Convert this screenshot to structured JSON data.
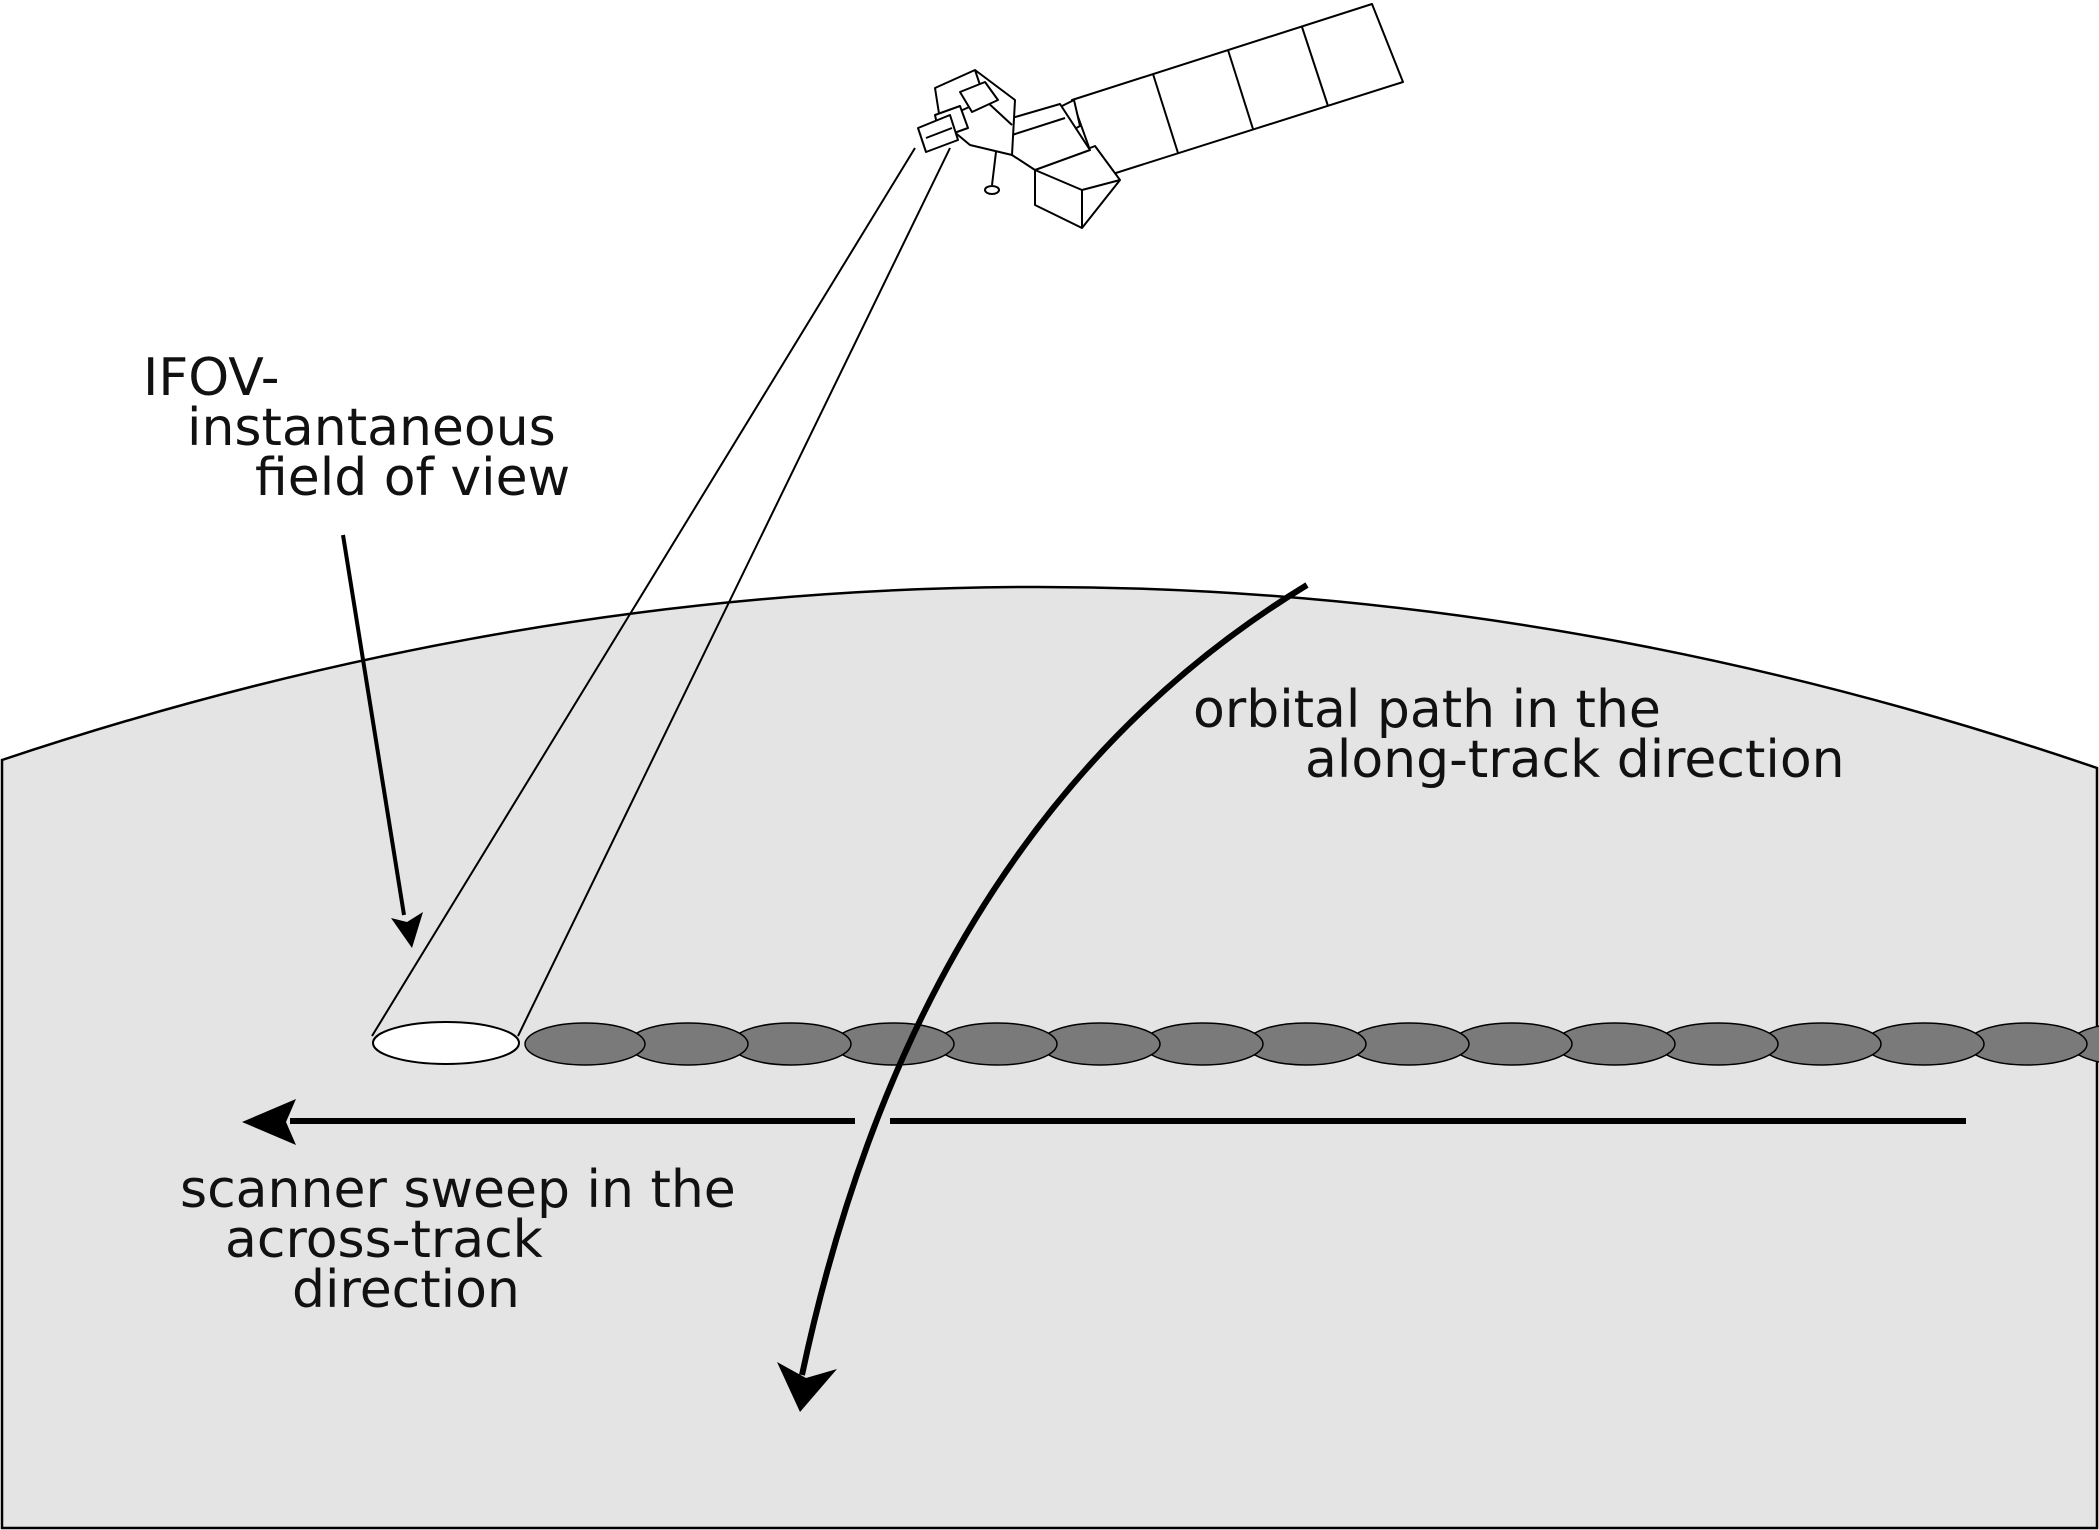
{
  "labels": {
    "ifov": [
      "IFOV-",
      "instantaneous",
      "field of view"
    ],
    "orbital_path": [
      "orbital path in the",
      "along-track direction"
    ],
    "scanner_sweep": [
      "scanner sweep in the",
      "across-track",
      "direction"
    ]
  },
  "icons": {
    "satellite": "satellite-icon"
  },
  "colors": {
    "ground": "#e4e4e4",
    "footprint": "#7a7a7a",
    "ifov_spot": "#ffffff",
    "ink": "#000000"
  }
}
